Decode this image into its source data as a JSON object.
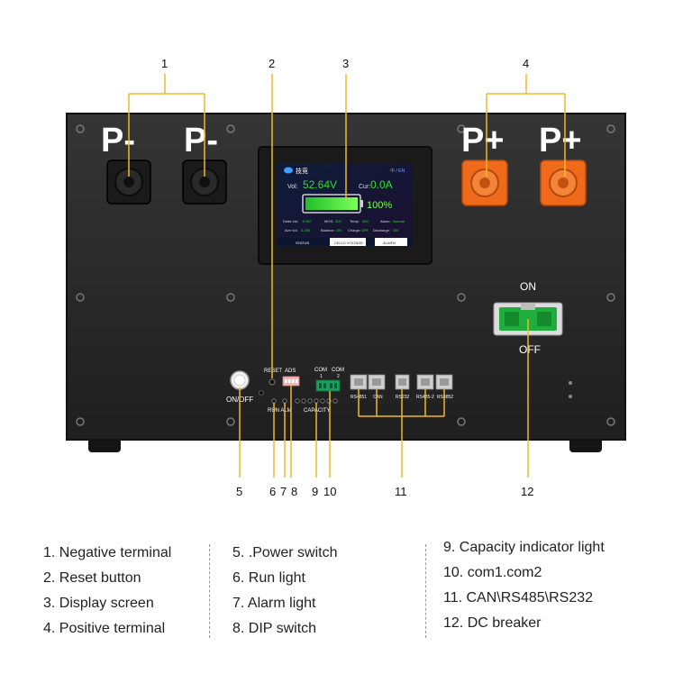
{
  "callout_numbers": [
    "1",
    "2",
    "3",
    "4",
    "5",
    "6",
    "7",
    "8",
    "9",
    "10",
    "11",
    "12"
  ],
  "terminals": {
    "negative_label": "P-",
    "positive_label": "P+"
  },
  "display": {
    "vol_label": "Vol:",
    "vol_value": "52.64V",
    "cur_label": "Cur:",
    "cur_value": "0.0A",
    "soc": "100%",
    "lang": "中 / EN",
    "logo_text": "技竞",
    "delta_vol": "Delta Vol:",
    "delta_vol_value": "0.007",
    "mos": "MOS:",
    "mos_value": "30C",
    "temp": "Temp:",
    "temp_value": "30C",
    "alarm": "Alarm:",
    "alarm_value": "Normal",
    "ave_vol": "Ave Vol:",
    "ave_vol_value": "3.290",
    "balance": "Balance:",
    "balance_value": "ON",
    "charge": "Charge:",
    "charge_value": "OFF",
    "discharge": "Discharge:",
    "discharge_value": "ON",
    "tabs": [
      "STATUS",
      "CELLS VOLTAGE",
      "ALARM"
    ]
  },
  "panel_labels": {
    "on_off": "ON/OFF",
    "reset": "RESET",
    "ads": "ADS",
    "com1": "COM\n1",
    "com2": "COM\n2",
    "run_alm": "RUN ALM",
    "capacity": "CAPACITY",
    "ports": [
      "RS4851",
      "CAN",
      "RS232",
      "RS485-2",
      "RS4852"
    ],
    "breaker_on": "ON",
    "breaker_off": "OFF"
  },
  "legend": {
    "col1": [
      "1. Negative terminal",
      "2. Reset button",
      "3. Display screen",
      "4. Positive terminal"
    ],
    "col2": [
      "5. .Power switch",
      "6. Run light",
      "7. Alarm light",
      "8. DIP switch"
    ],
    "col3": [
      "9.  Capacity indicator light",
      "10. com1.com2",
      "11. CAN\\RS485\\RS232",
      "12. DC breaker"
    ]
  },
  "colors": {
    "panel": "#2b2b2b",
    "callout_line": "#f0b92a",
    "positive_terminal": "#f06a1c",
    "breaker": "#1fae3c",
    "screen_green": "#33dd33"
  }
}
